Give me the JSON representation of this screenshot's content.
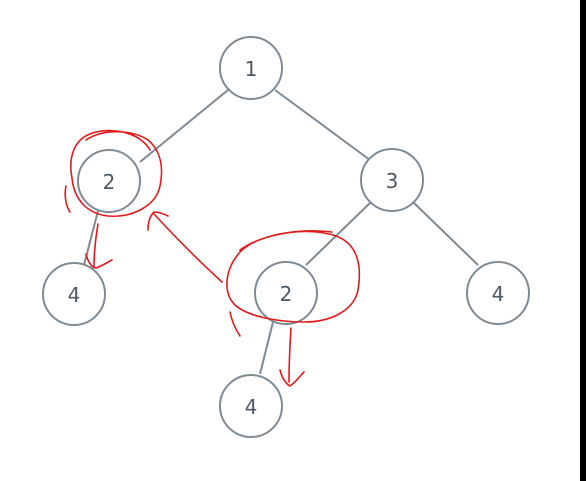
{
  "tree": {
    "nodes": [
      {
        "id": "n1",
        "label": "1"
      },
      {
        "id": "n2a",
        "label": "2"
      },
      {
        "id": "n3",
        "label": "3"
      },
      {
        "id": "n4a",
        "label": "4"
      },
      {
        "id": "n2b",
        "label": "2"
      },
      {
        "id": "n4b",
        "label": "4"
      },
      {
        "id": "n4c",
        "label": "4"
      }
    ],
    "edges": [
      [
        "n1",
        "n2a"
      ],
      [
        "n1",
        "n3"
      ],
      [
        "n2a",
        "n4a"
      ],
      [
        "n3",
        "n2b"
      ],
      [
        "n3",
        "n4c"
      ],
      [
        "n2b",
        "n4b"
      ]
    ]
  },
  "colors": {
    "node_stroke": "#7f8a93",
    "node_text": "#4f5861",
    "annotation": "#e01b1b",
    "background": "#ffffff"
  }
}
